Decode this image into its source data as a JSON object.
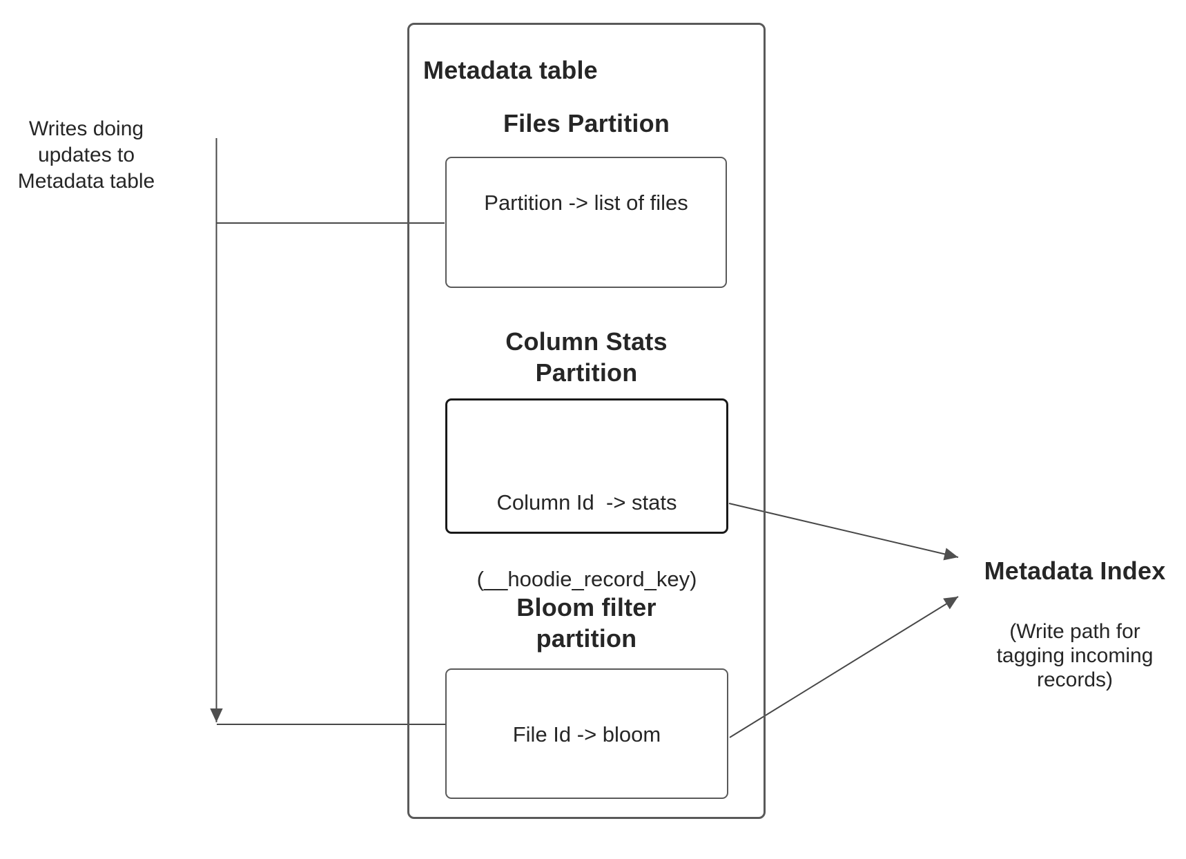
{
  "colors": {
    "background": "#ffffff",
    "box_border": "#595959",
    "emphasis_border": "#191919",
    "connector": "#474747",
    "arrowhead": "#4f4f4f",
    "text": "#262626"
  },
  "left_note": {
    "line1": "Writes doing",
    "line2": "updates to",
    "line3": "Metadata table"
  },
  "metadata_table": {
    "title": "Metadata table",
    "files_partition": {
      "heading": "Files Partition",
      "body": "Partition -> list of files"
    },
    "column_stats_partition": {
      "heading_line1": "Column Stats",
      "heading_line2": "Partition",
      "body_line1": "Column Id  -> stats",
      "body_line2": "(__hoodie_record_key)"
    },
    "bloom_filter_partition": {
      "heading_line1": "Bloom filter",
      "heading_line2": "partition",
      "body": "File Id -> bloom"
    }
  },
  "metadata_index": {
    "title": "Metadata Index",
    "note_line1": "(Write path for",
    "note_line2": "tagging incoming",
    "note_line3": "records)"
  }
}
